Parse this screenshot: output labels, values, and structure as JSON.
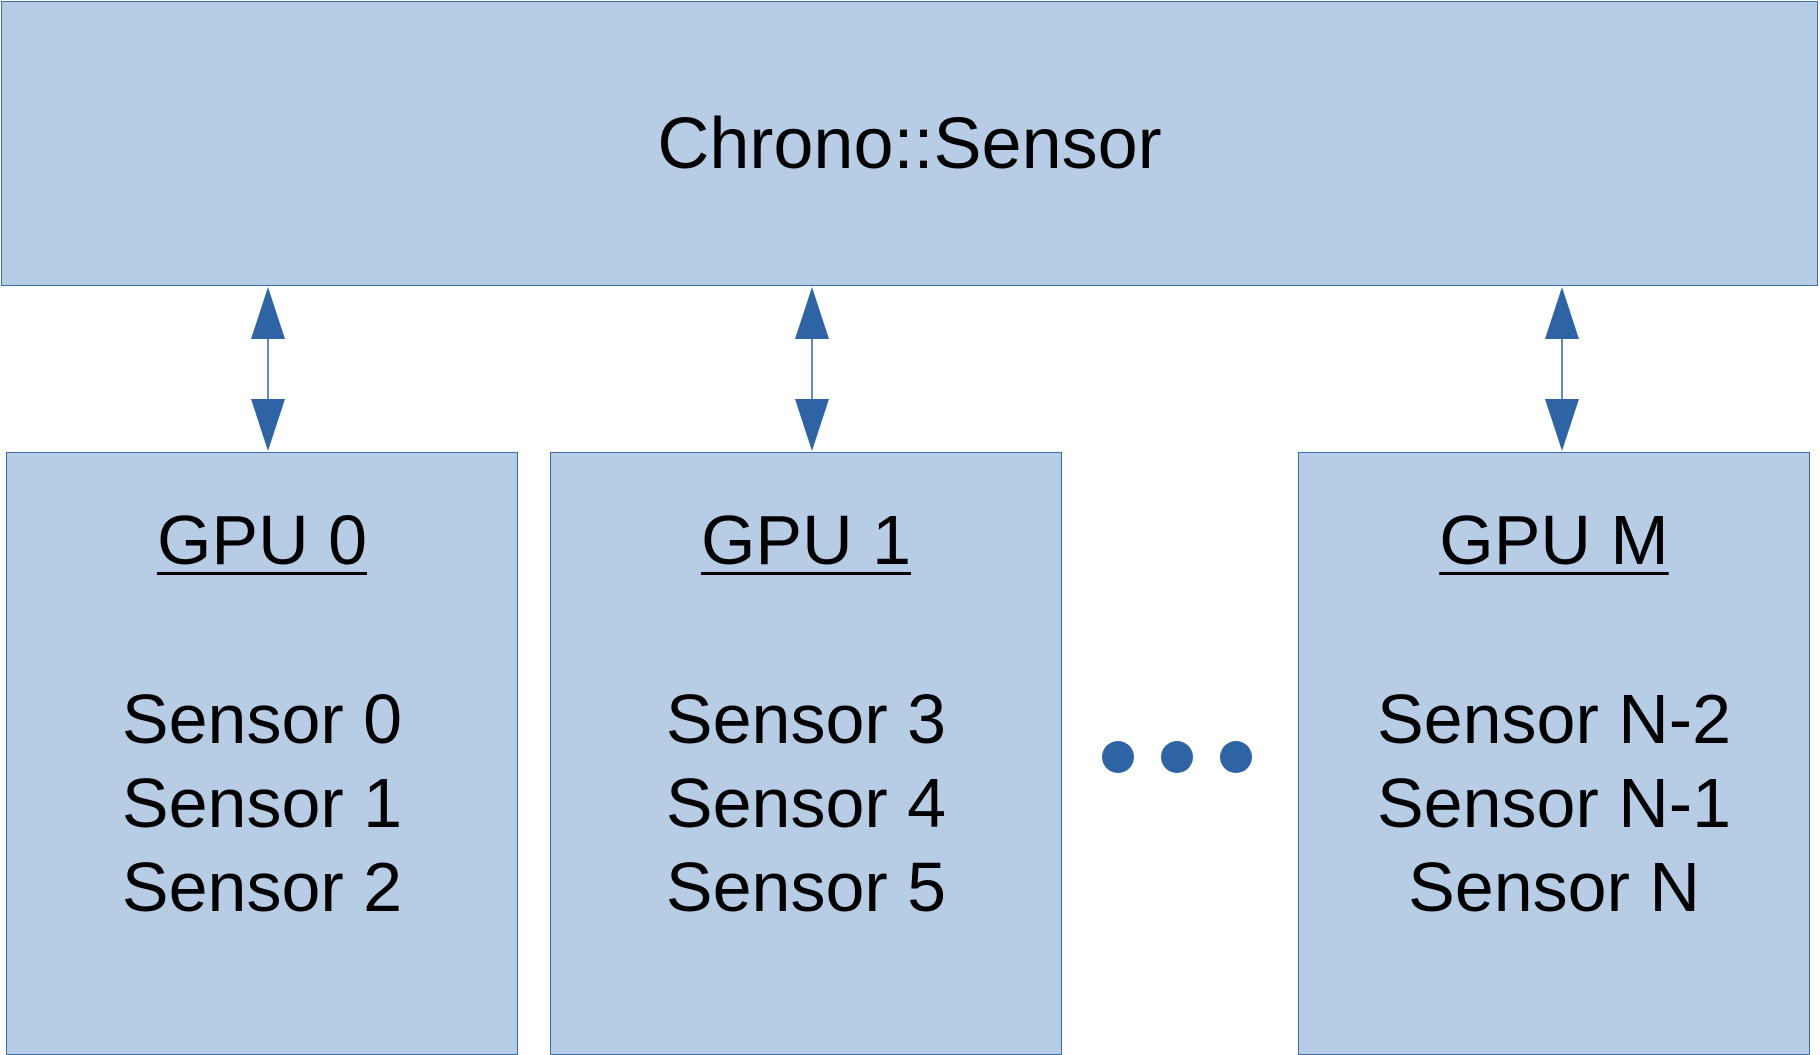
{
  "top": {
    "title": "Chrono::Sensor"
  },
  "gpus": [
    {
      "label": "GPU 0",
      "sensors": [
        "Sensor 0",
        "Sensor 1",
        "Sensor 2"
      ]
    },
    {
      "label": "GPU 1",
      "sensors": [
        "Sensor 3",
        "Sensor 4",
        "Sensor 5"
      ]
    },
    {
      "label": "GPU M",
      "sensors": [
        "Sensor N-2",
        "Sensor N-1",
        "Sensor N"
      ]
    }
  ],
  "colors": {
    "box_fill": "#b7cde6",
    "box_border": "#3a6ea8",
    "arrow": "#2e64a3",
    "ellipsis_dot": "#2e64a3",
    "text": "#000000"
  }
}
